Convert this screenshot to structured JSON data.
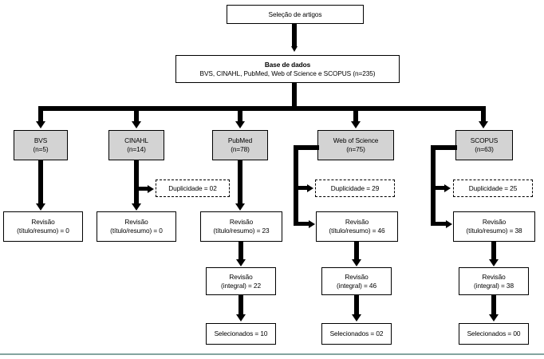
{
  "diagram": {
    "title_box": {
      "label": "Seleção de artigos"
    },
    "database_box": {
      "line1": "Base de dados",
      "line2": "BVS, CINAHL, PubMed, Web of Science e SCOPUS (n=235)"
    },
    "sources": [
      {
        "name": "BVS",
        "count": "(n=5)"
      },
      {
        "name": "CINAHL",
        "count": "(n=14)"
      },
      {
        "name": "PubMed",
        "count": "(n=78)"
      },
      {
        "name": "Web of Science",
        "count": "(n=75)"
      },
      {
        "name": "SCOPUS",
        "count": "(n=63)"
      }
    ],
    "duplicates": [
      {
        "label": "Duplicidade = 02"
      },
      {
        "label": "Duplicidade = 29"
      },
      {
        "label": "Duplicidade = 25"
      }
    ],
    "review_title_abstract": [
      {
        "line1": "Revisão",
        "line2": "(título/resumo) = 0"
      },
      {
        "line1": "Revisão",
        "line2": "(título/resumo) = 0"
      },
      {
        "line1": "Revisão",
        "line2": "(título/resumo) = 23"
      },
      {
        "line1": "Revisão",
        "line2": "(título/resumo) = 46"
      },
      {
        "line1": "Revisão",
        "line2": "(título/resumo) = 38"
      }
    ],
    "review_full": [
      {
        "line1": "Revisão",
        "line2": "(integral) = 22"
      },
      {
        "line1": "Revisão",
        "line2": "(integral) = 46"
      },
      {
        "line1": "Revisão",
        "line2": "(integral) = 38"
      }
    ],
    "selected": [
      {
        "label": "Selecionados = 10"
      },
      {
        "label": "Selecionados  = 02"
      },
      {
        "label": "Selecionados = 00"
      }
    ],
    "colors": {
      "source_box_fill": "#d3d3d3",
      "stroke": "#000000",
      "bottom_rule": "#1d5b50"
    }
  }
}
